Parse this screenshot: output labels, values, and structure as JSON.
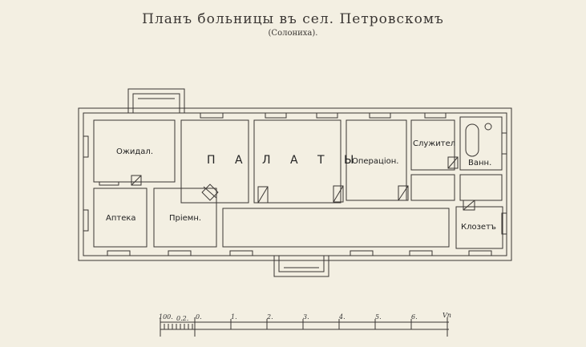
{
  "title": "Планъ больницы въ сел. Петровскомъ",
  "subtitle": "(Солониха).",
  "rooms": {
    "waiting": "Ожидал.",
    "wards": "П А Л А Т Ы",
    "operating": "Операціон.",
    "servants": "Служител",
    "bath": "Ванн.",
    "pharmacy": "Аптека",
    "reception": "Пріемн.",
    "closet": "Клозетъ"
  },
  "scale": {
    "labels": [
      "100.",
      "0.2.",
      "0.",
      "1.",
      "2.",
      "3.",
      "4.",
      "5.",
      "6.",
      "Vn"
    ]
  }
}
